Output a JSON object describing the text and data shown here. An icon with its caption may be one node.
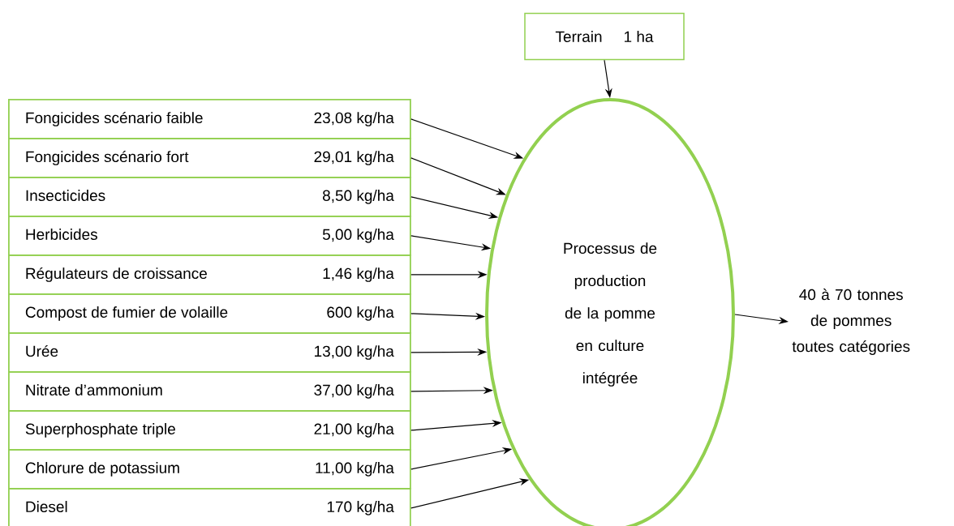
{
  "diagram": {
    "nodes": [
      {
        "text": [
          "Terrain",
          "1 ha"
        ]
      },
      {
        "text": [
          "Fongicides scénario faible",
          "23,08 kg/ha"
        ]
      },
      {
        "text": [
          "Fongicides scénario fort",
          "29,01 kg/ha"
        ]
      },
      {
        "text": [
          "Insecticides",
          "8,50 kg/ha"
        ]
      },
      {
        "text": [
          "Herbicides",
          "5,00 kg/ha"
        ]
      },
      {
        "text": [
          "Régulateurs de croissance",
          "1,46 kg/ha"
        ]
      },
      {
        "text": [
          "Compost de fumier de volaille",
          "600 kg/ha"
        ]
      },
      {
        "text": [
          "Urée",
          "13,00 kg/ha"
        ]
      },
      {
        "text": [
          "Nitrate d’ammonium",
          "37,00 kg/ha"
        ]
      },
      {
        "text": [
          "Superphosphate triple",
          "21,00 kg/ha"
        ]
      },
      {
        "text": [
          "Chlorure de potassium",
          "11,00 kg/ha"
        ]
      },
      {
        "text": [
          "Diesel",
          "170 kg/ha"
        ]
      },
      {
        "text": [
          "Processus de production de la pomme en culture intégrée"
        ]
      },
      {
        "text": [
          "40 à 70 tonnes de pommes toutes catégories"
        ]
      }
    ],
    "edges": [
      {
        "from": 0,
        "to": 12,
        "arrow": "to"
      },
      {
        "from": 1,
        "to": 12,
        "arrow": "to"
      },
      {
        "from": 2,
        "to": 12,
        "arrow": "to"
      },
      {
        "from": 3,
        "to": 12,
        "arrow": "to"
      },
      {
        "from": 4,
        "to": 12,
        "arrow": "to"
      },
      {
        "from": 5,
        "to": 12,
        "arrow": "to"
      },
      {
        "from": 6,
        "to": 12,
        "arrow": "to"
      },
      {
        "from": 7,
        "to": 12,
        "arrow": "to"
      },
      {
        "from": 8,
        "to": 12,
        "arrow": "to"
      },
      {
        "from": 9,
        "to": 12,
        "arrow": "to"
      },
      {
        "from": 10,
        "to": 12,
        "arrow": "to"
      },
      {
        "from": 11,
        "to": 12,
        "arrow": "to"
      },
      {
        "from": 12,
        "to": 13,
        "arrow": "to"
      }
    ]
  }
}
